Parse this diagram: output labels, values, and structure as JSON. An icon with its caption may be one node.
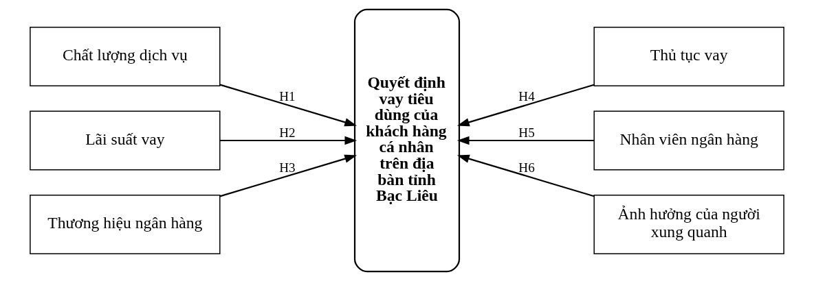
{
  "diagram": {
    "nodes": [
      {
        "text": [
          "Chất lượng dịch vụ"
        ]
      },
      {
        "text": [
          "Lãi suất vay"
        ]
      },
      {
        "text": [
          "Thương hiệu ngân hàng"
        ]
      },
      {
        "text": [
          "Quyết định vay tiêu dùng của khách hàng cá nhân trên địa bàn tỉnh Bạc Liêu"
        ]
      },
      {
        "text": [
          "Thủ tục vay"
        ]
      },
      {
        "text": [
          "Nhân viên ngân hàng"
        ]
      },
      {
        "text": [
          "Ảnh hưởng của người xung quanh"
        ]
      }
    ],
    "edges": [
      {
        "from": 0,
        "to": 3,
        "arrow": "to",
        "label": "H1"
      },
      {
        "from": 1,
        "to": 3,
        "arrow": "to",
        "label": "H2"
      },
      {
        "from": 2,
        "to": 3,
        "arrow": "to",
        "label": "H3"
      },
      {
        "from": 4,
        "to": 3,
        "arrow": "to",
        "label": "H4"
      },
      {
        "from": 5,
        "to": 3,
        "arrow": "to",
        "label": "H5"
      },
      {
        "from": 6,
        "to": 3,
        "arrow": "to",
        "label": "H6"
      }
    ]
  }
}
